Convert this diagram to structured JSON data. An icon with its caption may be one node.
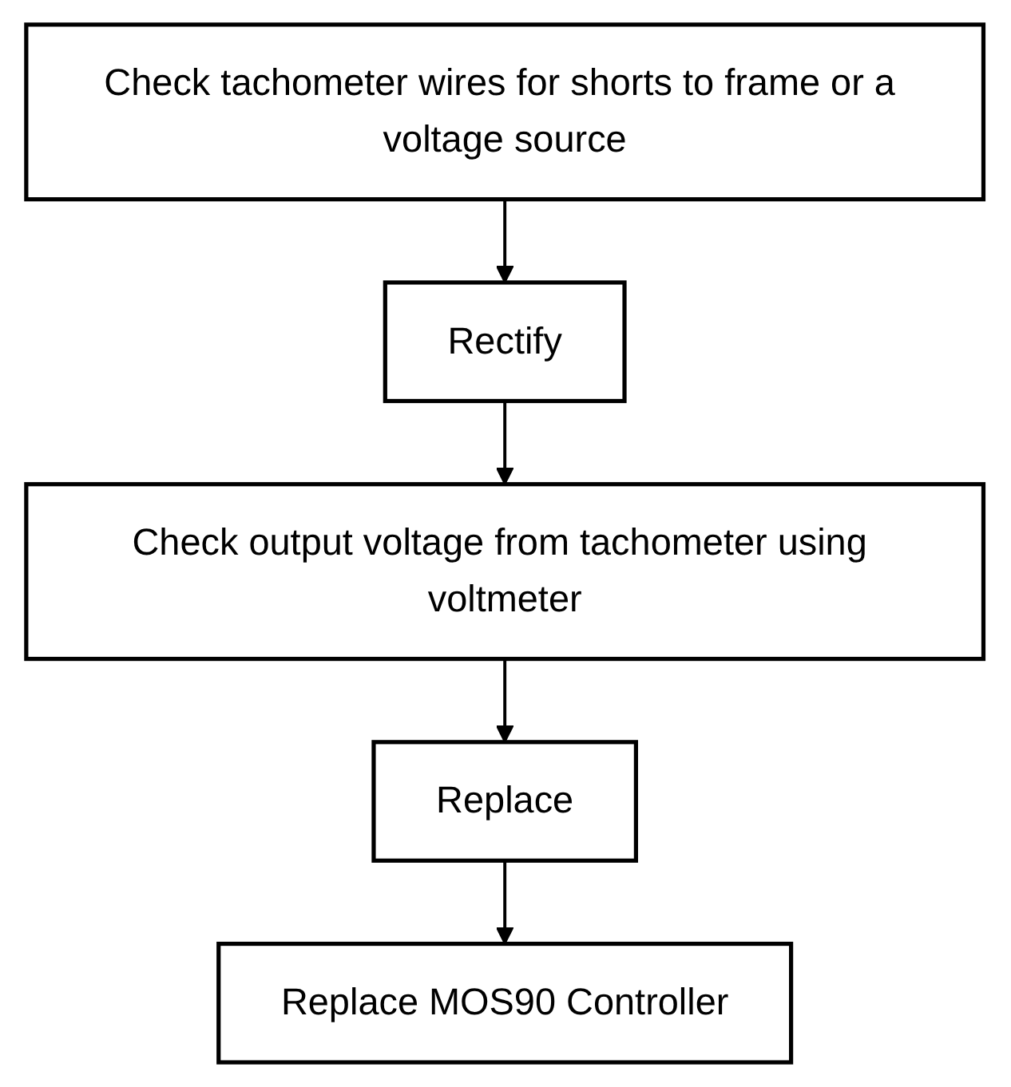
{
  "diagram": {
    "nodes": [
      {
        "text": [
          "Check tachometer wires for shorts to frame or a voltage source"
        ]
      },
      {
        "text": [
          "Rectify"
        ]
      },
      {
        "text": [
          "Check output voltage from tachometer using voltmeter"
        ]
      },
      {
        "text": [
          "Replace"
        ]
      },
      {
        "text": [
          "Replace MOS90 Controller"
        ]
      }
    ],
    "edges": [
      {
        "from": 0,
        "to": 1,
        "arrow": "to"
      },
      {
        "from": 1,
        "to": 2,
        "arrow": "to"
      },
      {
        "from": 2,
        "to": 3,
        "arrow": "to"
      },
      {
        "from": 3,
        "to": 4,
        "arrow": "to"
      }
    ]
  }
}
